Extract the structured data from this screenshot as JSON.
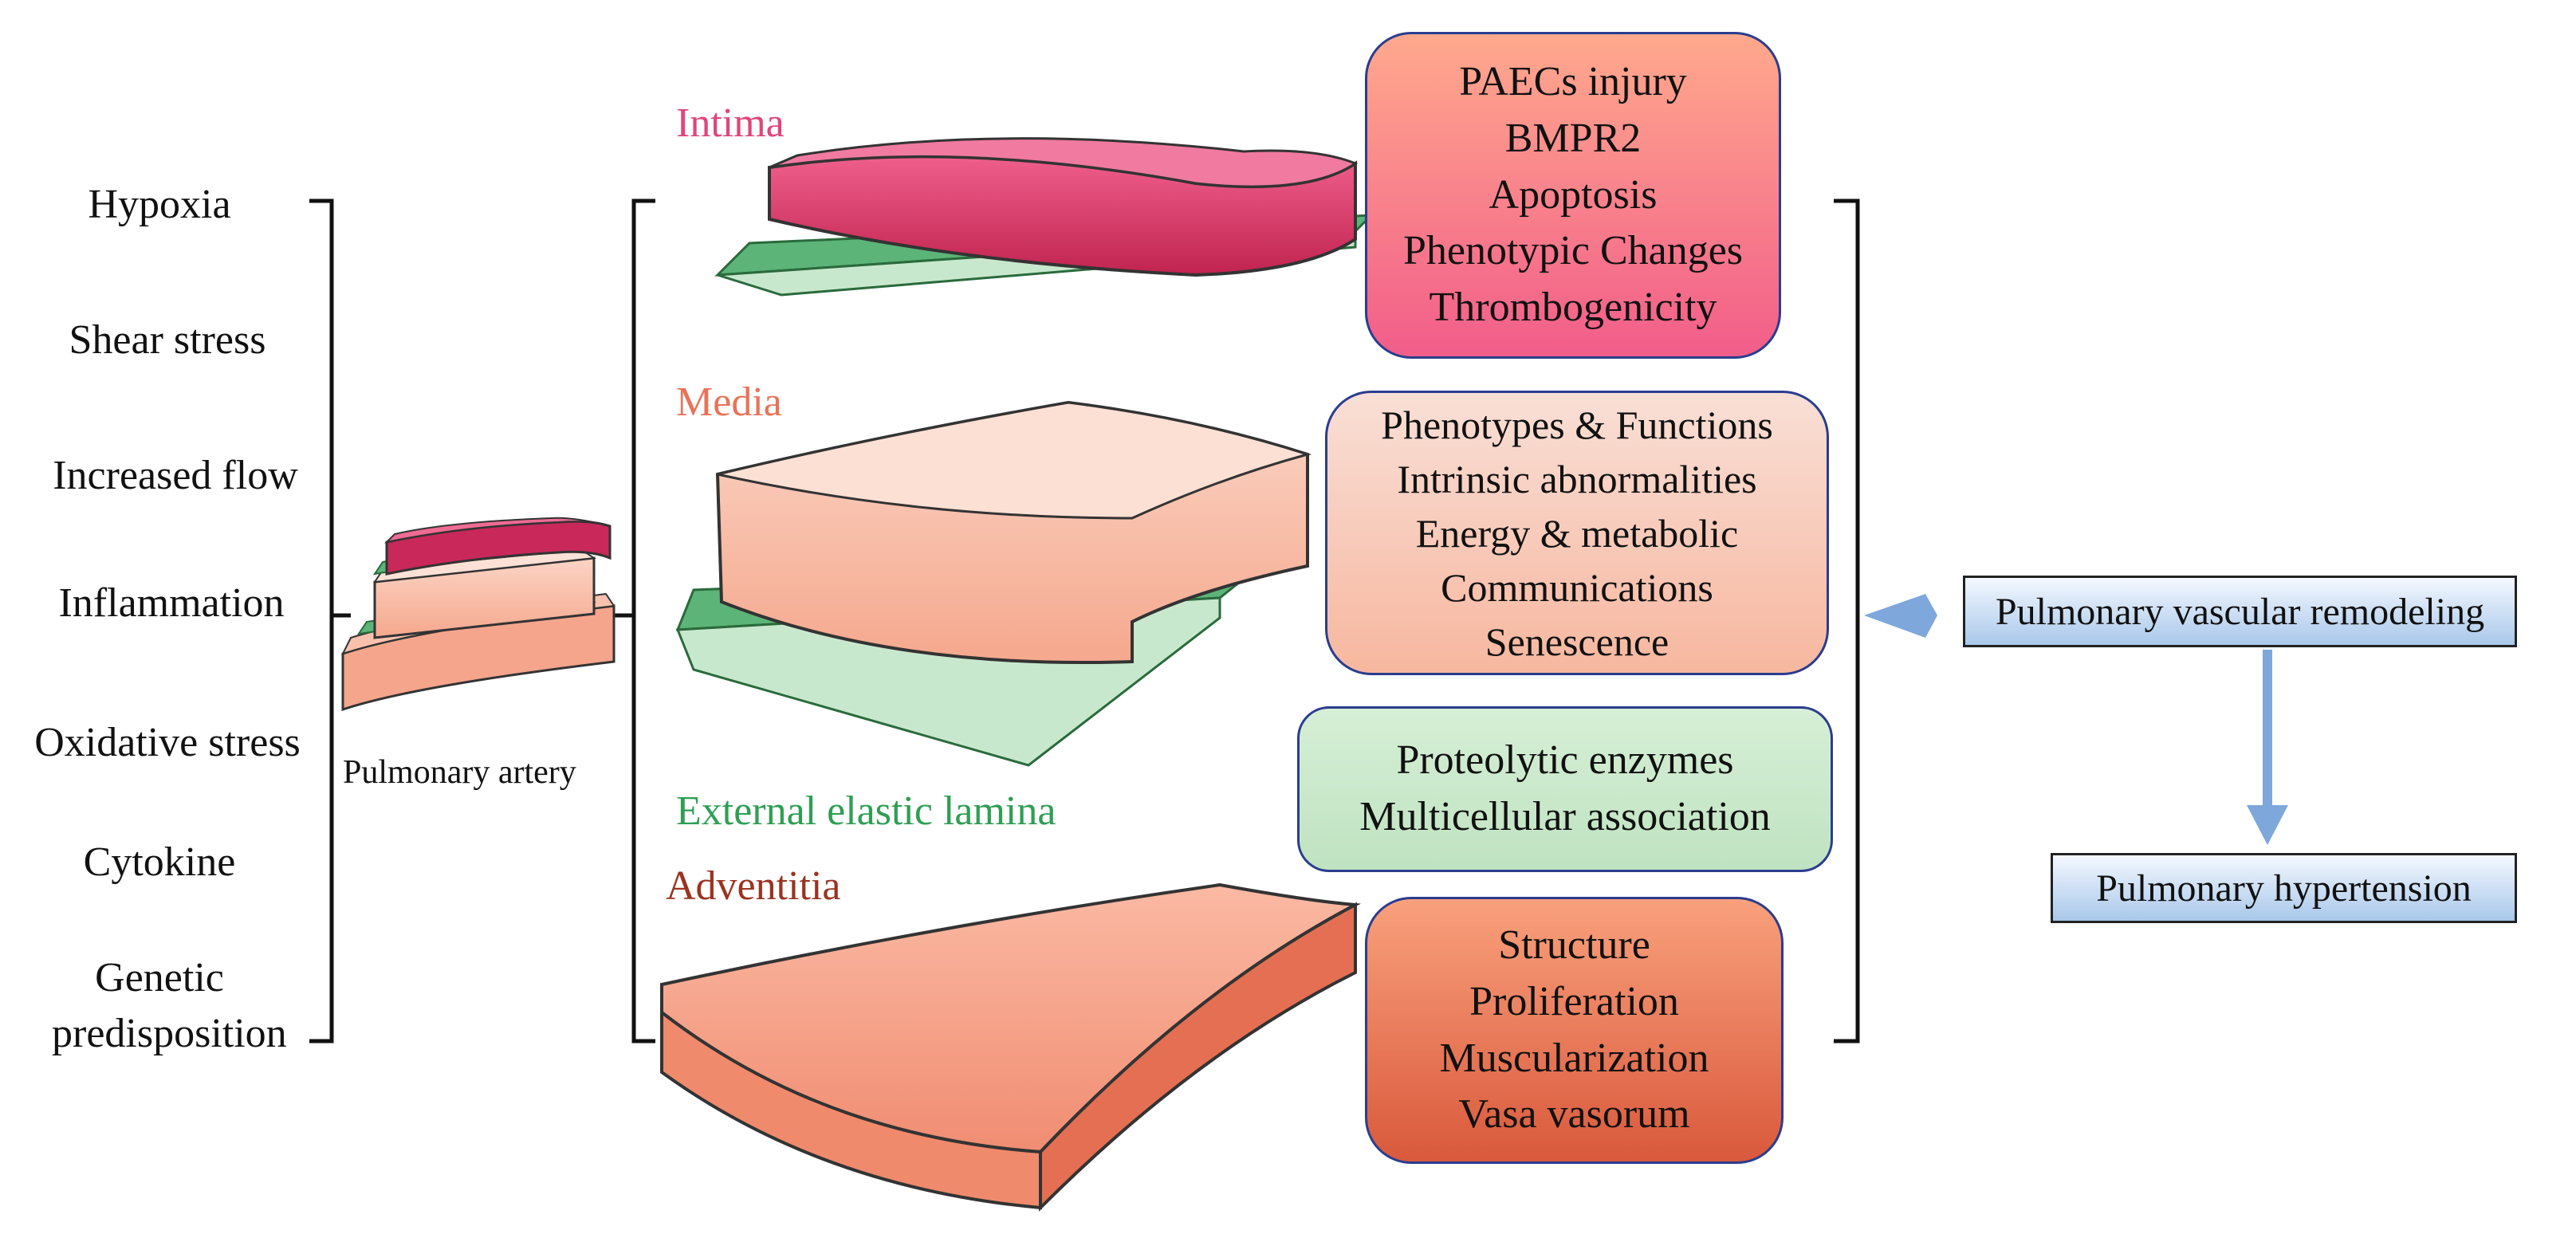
{
  "factors": [
    "Hypoxia",
    "Shear stress",
    "Increased flow",
    "Inflammation",
    "Oxidative stress",
    "Cytokine",
    "Genetic predisposition"
  ],
  "artery_label": "Pulmonary artery",
  "layers": {
    "intima": "Intima",
    "media": "Media",
    "lamina": "External elastic lamina",
    "adventitia": "Adventitia"
  },
  "boxes": {
    "intima": [
      "PAECs injury",
      "BMPR2",
      "Apoptosis",
      "Phenotypic Changes",
      "Thrombogenicity"
    ],
    "media": [
      "Phenotypes & Functions",
      "Intrinsic abnormalities",
      "Energy & metabolic",
      "Communications",
      "Senescence"
    ],
    "lamina": [
      "Proteolytic enzymes",
      "Multicellular association"
    ],
    "adventitia": [
      "Structure",
      "Proliferation",
      "Muscularization",
      "Vasa vasorum"
    ]
  },
  "outcomes": {
    "remodeling": "Pulmonary vascular remodeling",
    "hypertension": "Pulmonary hypertension"
  },
  "colors": {
    "intima_label": "#e0457a",
    "media_label": "#e8735a",
    "lamina_label": "#2f9e54",
    "adventitia_label": "#9a3322",
    "arrow": "#7ea7dc"
  }
}
